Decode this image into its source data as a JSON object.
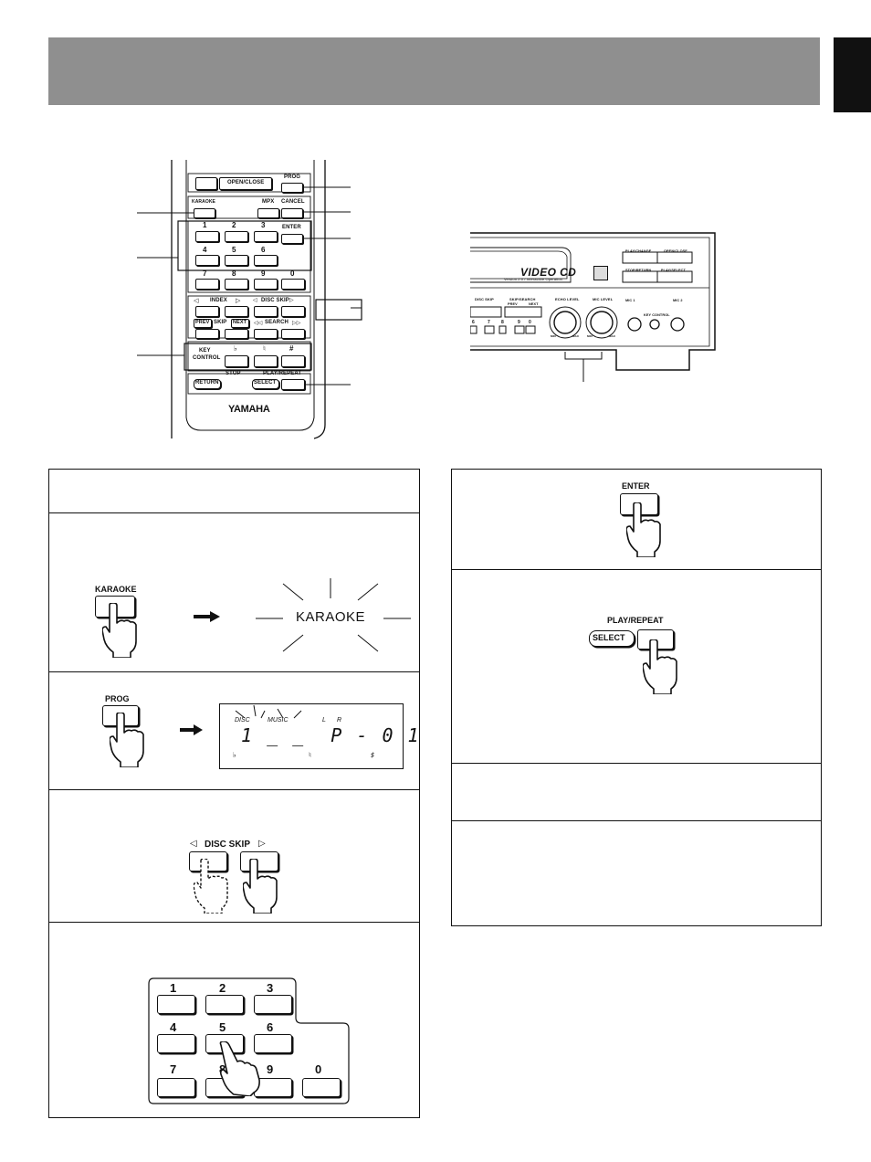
{
  "remote": {
    "open_close": "OPEN/CLOSE",
    "prog": "PROG",
    "karaoke": "KARAOKE",
    "mpx": "MPX",
    "cancel": "CANCEL",
    "enter": "ENTER",
    "numbers": [
      "1",
      "2",
      "3",
      "4",
      "5",
      "6",
      "7",
      "8",
      "9",
      "0"
    ],
    "index": "INDEX",
    "disc_skip": "DISC SKIP",
    "prev": "PREV",
    "skip": "SKIP",
    "next": "NEXT",
    "search": "SEARCH",
    "key_control_1": "KEY",
    "key_control_2": "CONTROL",
    "flat": "♭",
    "natural": "♮",
    "sharp": "#",
    "stop": "STOP",
    "play_repeat": "PLAY/REPEAT",
    "return": "RETURN",
    "select": "SELECT",
    "brand": "YAMAHA"
  },
  "player": {
    "logo": "VIDEO CD",
    "version": "Version 2.0 / Interactive Operation",
    "play_change": "PLAY/CHANGE",
    "open_close": "OPEN/CLOSE",
    "stop_return": "STOP/RETURN",
    "play_select": "PLAY/SELECT",
    "disc_skip": "DISC SKIP",
    "skip_search": "SKIP/SEARCH",
    "prev": "PREV",
    "next": "NEXT",
    "echo_level": "ECHO LEVEL",
    "mic_level": "MIC LEVEL",
    "mic1": "MIC 1",
    "mic2": "MIC 2",
    "key_control": "KEY CONTROL",
    "min": "MIN",
    "max": "MAX",
    "keys": [
      "6",
      "7",
      "8",
      "9",
      "0"
    ]
  },
  "steps": {
    "karaoke_button": "KARAOKE",
    "karaoke_display": "KARAOKE",
    "prog_button": "PROG",
    "lcd_disc": "DISC",
    "lcd_music": "MUSIC",
    "lcd_l": "L",
    "lcd_r": "R",
    "lcd_digits": "1 _ _  P - 0 1",
    "lcd_flat": "♭",
    "lcd_natural": "♮",
    "lcd_sharp": "♯",
    "disc_skip": "DISC SKIP",
    "pad_numbers": [
      "1",
      "2",
      "3",
      "4",
      "5",
      "6",
      "7",
      "8",
      "9",
      "0"
    ],
    "enter": "ENTER",
    "play_repeat": "PLAY/REPEAT",
    "select": "SELECT"
  }
}
